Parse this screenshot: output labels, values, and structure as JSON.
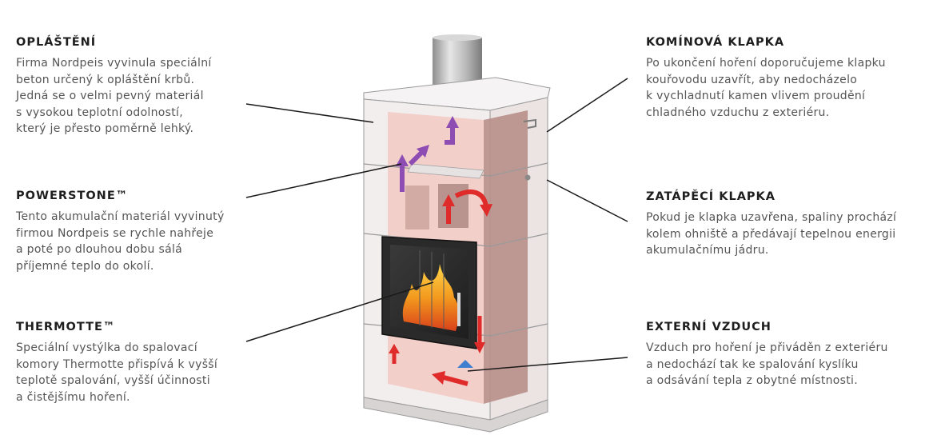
{
  "callouts": {
    "oplasteni": {
      "title": "OPLÁŠTĚNÍ",
      "text": "Firma Nordpeis vyvinula speciální\nbeton určený k opláštění krbů.\nJedná se o velmi pevný materiál\ns vysokou teplotní odolností,\nkterý je přesto poměrně lehký."
    },
    "powerstone": {
      "title": "POWERSTONE™",
      "text": "Tento akumulační materiál vyvinutý\nfirmou Nordpeis se rychle nahřeje\na poté po dlouhou dobu sálá\npříjemné teplo do okolí."
    },
    "thermotte": {
      "title": "THERMOTTE™",
      "text": "Speciální vystýlka do spalovací\nkomory Thermotte přispívá k vyšší\nteplotě spalování, vyšší účinnosti\na čistějšímu hoření."
    },
    "kominova_klapka": {
      "title": "KOMÍNOVÁ KLAPKA",
      "text": "Po ukončení hoření doporučujeme klapku\nkouřovodu uzavřít, aby nedocházelo\nk vychladnutí kamen vlivem proudění\nchladného vzduchu z exteriéru."
    },
    "zatapeci_klapka": {
      "title": "ZATÁPĚCÍ KLAPKA",
      "text": "Pokud je klapka uzavřena, spaliny prochází\nkolem ohniště a předávají tepelnou energii\nakumulačnímu jádru."
    },
    "externi_vzduch": {
      "title": "EXTERNÍ VZDUCH",
      "text": "Vzduch pro hoření je přiváděn z exteriéru\na nedochází tak ke spalování kyslíku\na odsávání tepla z obytné místnosti."
    }
  },
  "colors": {
    "heading": "#1e1e1e",
    "body_text": "#555555",
    "casing": "#f1eded",
    "core": "#c9a9a4",
    "hot_arrow": "#e02b2b",
    "smoke_arrow": "#8e4db2",
    "cold_arrow": "#3f7fd0",
    "flame": "#f39a1e"
  }
}
